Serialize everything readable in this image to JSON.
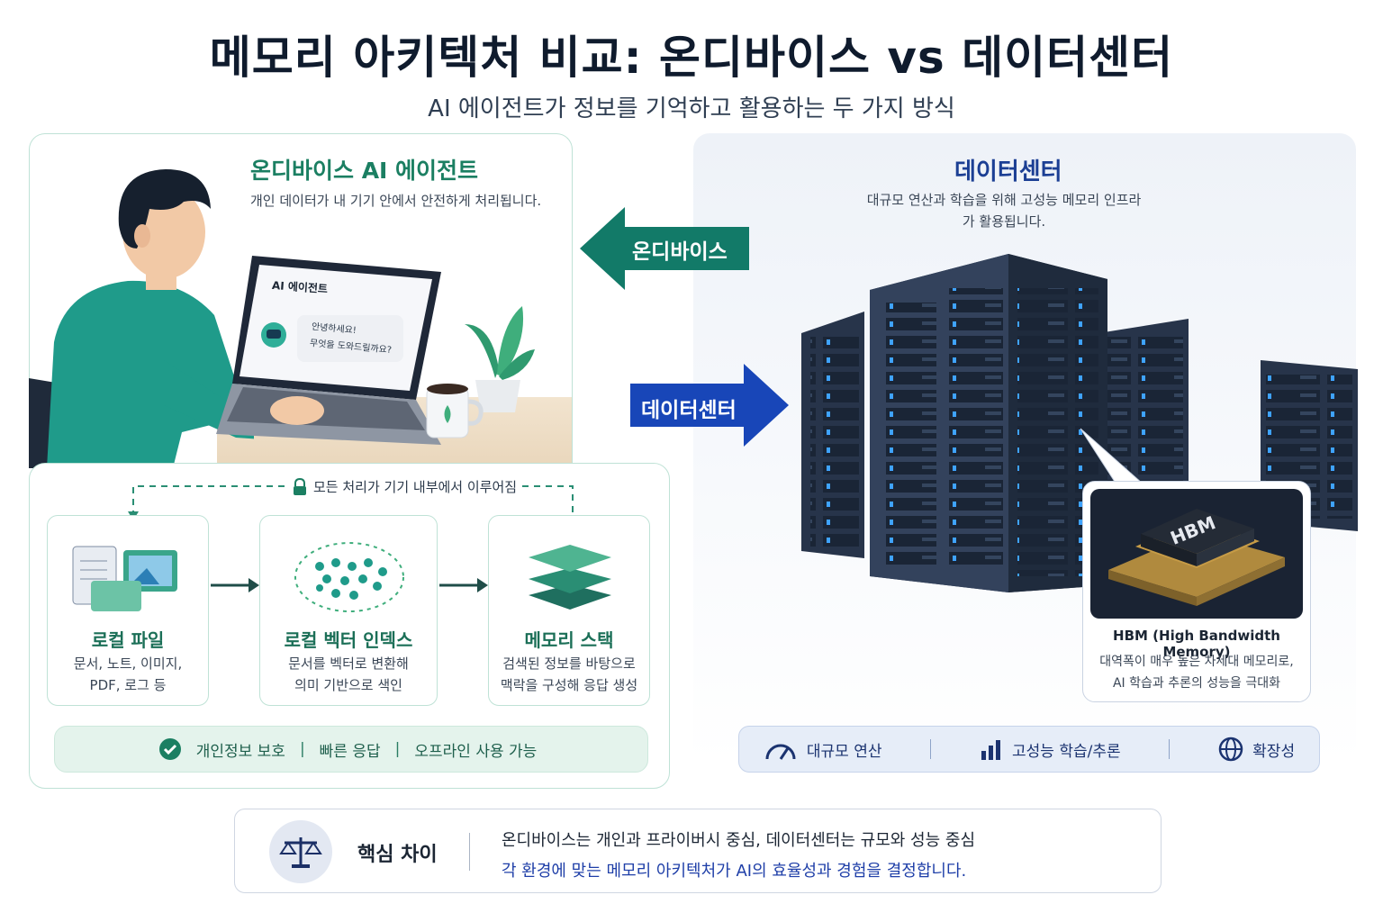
{
  "header": {
    "title": "메모리 아키텍처 비교: 온디바이스 vs 데이터센터",
    "subtitle": "AI 에이전트가 정보를 기억하고 활용하는 두 가지 방식"
  },
  "on_device": {
    "title": "온디바이스 AI 에이전트",
    "description": "개인 데이터가 내 기기 안에서 안전하게 처리됩니다.",
    "laptop": {
      "app_title": "AI 에이전트",
      "greeting_line1": "안녕하세요!",
      "greeting_line2": "무엇을 도와드릴까요?"
    },
    "secure_label": "모든 처리가 기기 내부에서 이루어짐",
    "steps": [
      {
        "title": "로컬 파일",
        "desc": "문서, 노트, 이미지,\nPDF, 로그 등"
      },
      {
        "title": "로컬 벡터 인덱스",
        "desc": "문서를 벡터로 변환해\n의미 기반으로 색인"
      },
      {
        "title": "메모리 스택",
        "desc": "검색된 정보를 바탕으로\n맥락을 구성해 응답 생성"
      }
    ],
    "benefits": [
      "개인정보 보호",
      "빠른 응답",
      "오프라인 사용 가능"
    ],
    "benefit_separator": "|"
  },
  "arrows": {
    "to_device": "온디바이스",
    "to_datacenter": "데이터센터"
  },
  "datacenter": {
    "title": "데이터센터",
    "description": "대규모 연산과 학습을 위해 고성능 메모리 인프라가 활용됩니다.",
    "hbm": {
      "chip_label": "HBM",
      "title": "HBM (High Bandwidth Memory)",
      "desc": "대역폭이 매우 높은 차세대 메모리로,\nAI 학습과 추론의 성능을 극대화"
    },
    "features": [
      "대규모 연산",
      "고성능 학습/추론",
      "확장성"
    ]
  },
  "key_difference": {
    "label": "핵심 차이",
    "line1": "온디바이스는 개인과 프라이버시 중심, 데이터센터는 규모와 성능 중심",
    "line2": "각 환경에 맞는 메모리 아키텍처가 AI의 효율성과 경험을 결정합니다."
  },
  "colors": {
    "green_accent": "#1b7f62",
    "teal_arrow": "#127a68",
    "blue_accent": "#1c3f94",
    "blue_arrow": "#1846b8"
  }
}
